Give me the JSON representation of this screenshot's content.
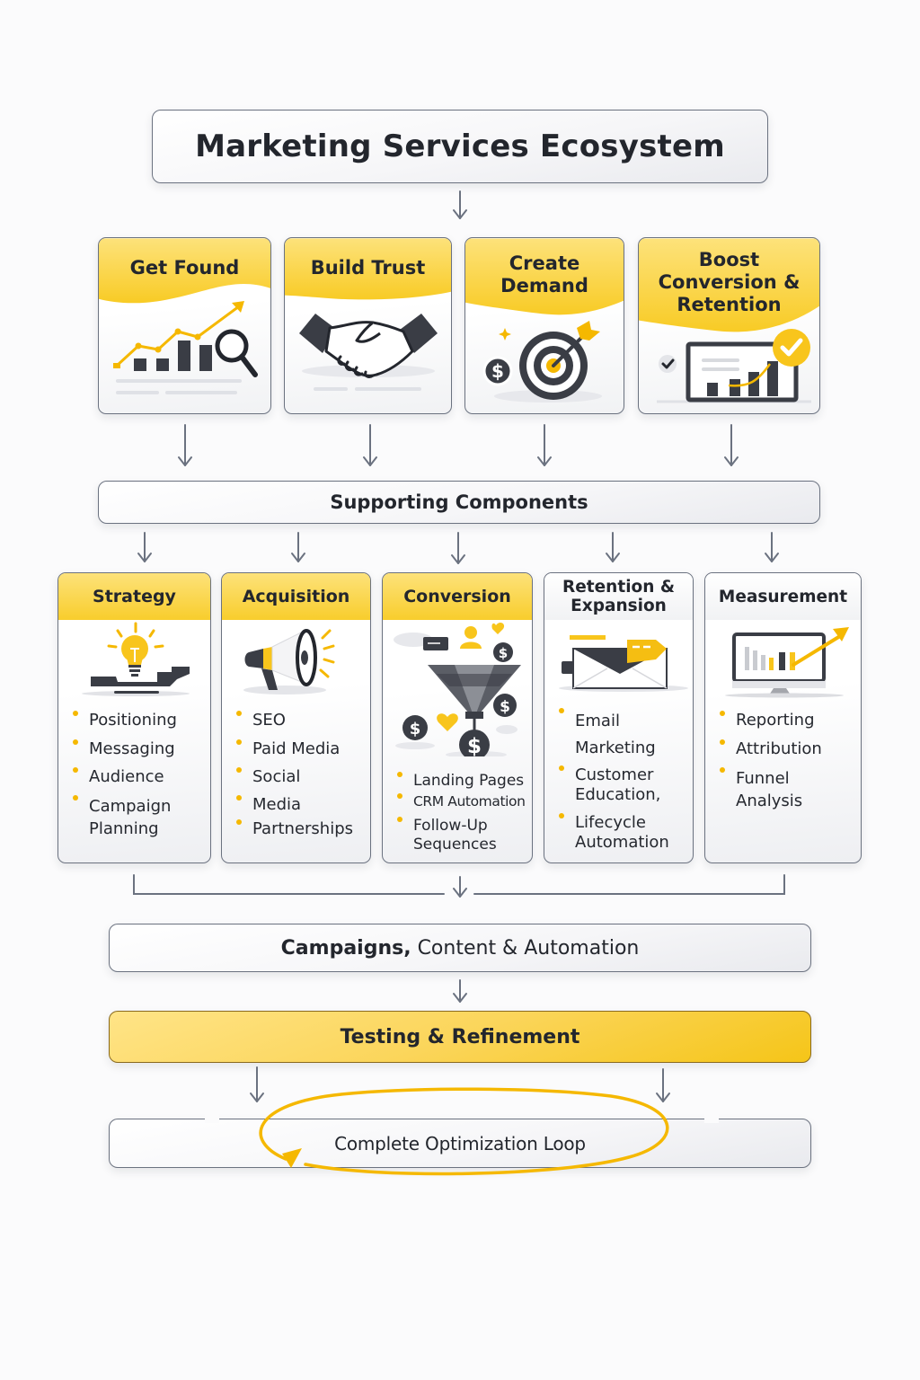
{
  "title": "Marketing Services Ecosystem",
  "colors": {
    "accent_yellow": "#f8cd2c",
    "dark_icon": "#3a3d45",
    "border": "#6b7280",
    "arrow": "#6b7280",
    "bullet": "#f5b800",
    "text": "#23262d"
  },
  "goals": [
    {
      "label": "Get Found",
      "icon": "growth-chart-magnifier-icon"
    },
    {
      "label": "Build Trust",
      "icon": "handshake-icon"
    },
    {
      "label": "Create Demand",
      "icon": "target-dollar-icon"
    },
    {
      "label": "Boost Conversion & Retention",
      "icon": "dashboard-check-icon"
    }
  ],
  "supporting_label": "Supporting Components",
  "components": [
    {
      "title": "Strategy",
      "icon": "lightbulb-icon",
      "items": [
        "Positioning",
        "Messaging",
        "Audience",
        "Campaign Planning"
      ]
    },
    {
      "title": "Acquisition",
      "icon": "megaphone-icon",
      "items": [
        "SEO",
        "Paid Media",
        "Social",
        "Media",
        "Partnerships"
      ]
    },
    {
      "title": "Conversion",
      "icon": "funnel-icon",
      "items": [
        "Landing Pages",
        "CRM Automation",
        "Follow-Up Sequences"
      ]
    },
    {
      "title": "Retention & Expansion",
      "icon": "envelope-icon",
      "items": [
        "Email Marketing",
        "Customer Education,",
        "Lifecycle Automation"
      ]
    },
    {
      "title": "Measurement",
      "icon": "monitor-analytics-icon",
      "items": [
        "Reporting",
        "Attribution",
        "Funnel Analysis"
      ]
    }
  ],
  "campaigns": {
    "bold": "Campaigns,",
    "rest": " Content & Automation"
  },
  "testing_label": "Testing & Refinement",
  "loop_label": "Complete Optimization Loop"
}
